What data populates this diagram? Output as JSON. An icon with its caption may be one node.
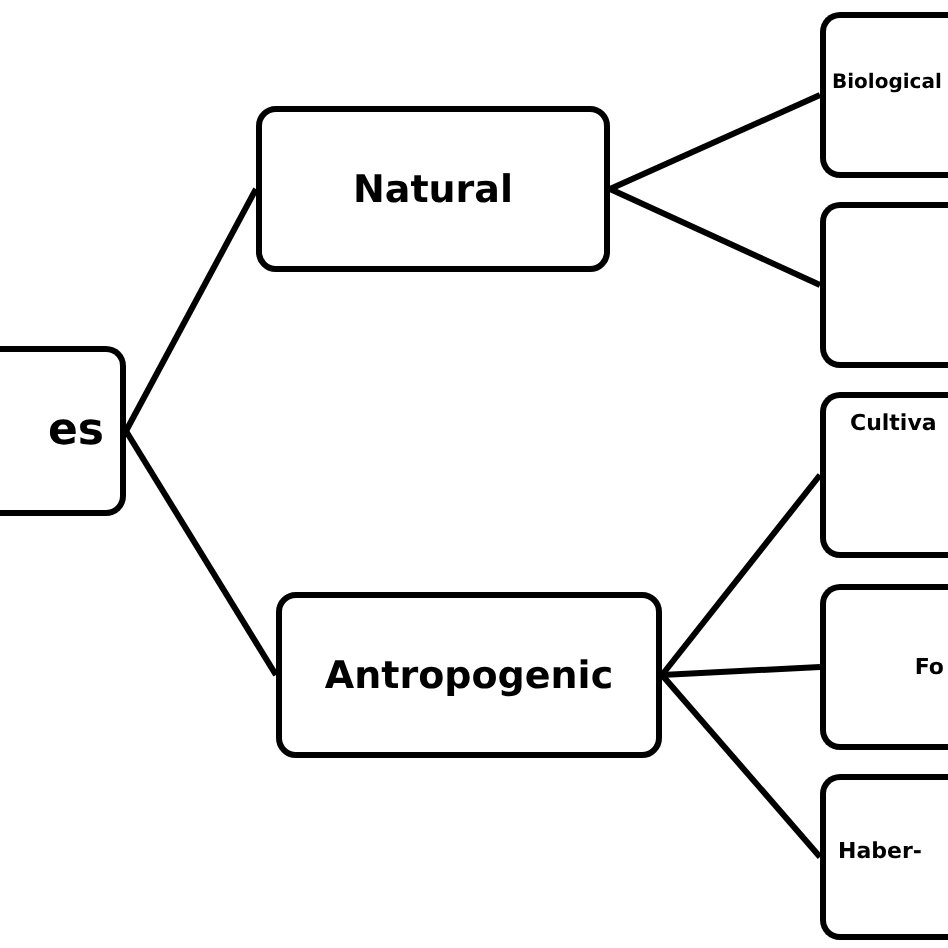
{
  "diagram": {
    "nodes": [
      {
        "text": [
          "es"
        ]
      },
      {
        "text": [
          "Natural"
        ]
      },
      {
        "text": [
          "Antropogenic"
        ]
      },
      {
        "text": [
          "Biological"
        ]
      },
      {
        "text": [],
        "shape": "box"
      },
      {
        "text": [
          "Cultiva"
        ]
      },
      {
        "text": [
          "Fo"
        ]
      },
      {
        "text": [
          "Haber-"
        ]
      }
    ],
    "edges": [
      {
        "from": 0,
        "to": 1,
        "arrow": "none"
      },
      {
        "from": 0,
        "to": 2,
        "arrow": "none"
      },
      {
        "from": 1,
        "to": 3,
        "arrow": "none"
      },
      {
        "from": 1,
        "to": 4,
        "arrow": "none"
      },
      {
        "from": 2,
        "to": 5,
        "arrow": "none"
      },
      {
        "from": 2,
        "to": 6,
        "arrow": "none"
      },
      {
        "from": 2,
        "to": 7,
        "arrow": "none"
      }
    ]
  }
}
